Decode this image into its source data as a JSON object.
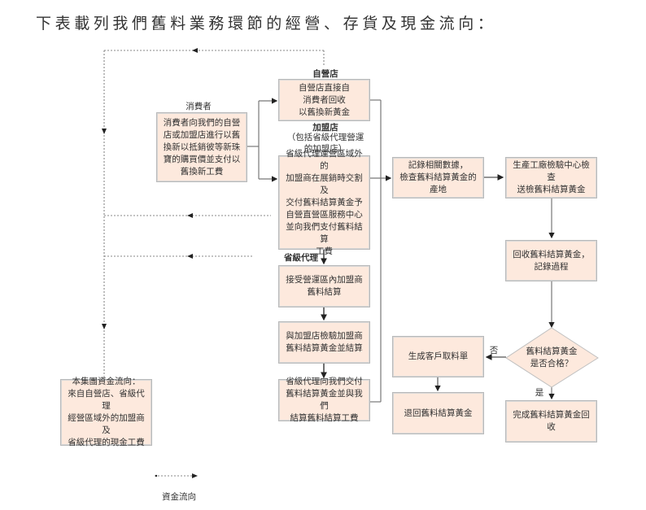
{
  "title": "下表載列我們舊料業務環節的經營、存貨及現金流向：",
  "labels": {
    "consumer": "消費者",
    "self_store": "自營店",
    "franchise": "加盟店",
    "franchise_note": "（包括省級代理營運\n的加盟店）",
    "provincial_agent": "省級代理",
    "no": "否",
    "yes": "是",
    "legend": "資金流向"
  },
  "boxes": {
    "consumer": "消費者向我們的自營\n店或加盟店進行以舊\n換新以抵銷彼等新珠\n寶的購買價並支付以\n舊換新工費",
    "self_store": "自營店直接自\n消費者回收\n以舊換新黃金",
    "franchise": "省級代理運營區域外的\n加盟商在展銷時交割及\n交付舊料結算黃金予\n自營直營區服務中心\n並向我們支付舊料結算\n工費",
    "agent_step1": "接受營運區內加盟商\n舊料結算",
    "agent_step2": "與加盟店檢驗加盟商\n舊料結算黃金並結算",
    "agent_step3": "省級代理向我們交付\n舊料結算黃金並與我們\n結算舊料結算工費",
    "record": "記錄相關數據，\n檢查舊料結算黃金的\n產地",
    "factory": "生產工廠檢驗中心檢查\n送檢舊料結算黃金",
    "recover": "回收舊料結算黃金，\n記錄過程",
    "decision": "舊料結算黃金\n是否合格？",
    "pickup_order": "生成客戶取料單",
    "return_gold": "退回舊料結算黃金",
    "complete": "完成舊料結算黃金回收",
    "cash_flow": "本集團資金流向：\n來自自營店、省級代理\n經營區域外的加盟商及\n省級代理的現金工費"
  }
}
